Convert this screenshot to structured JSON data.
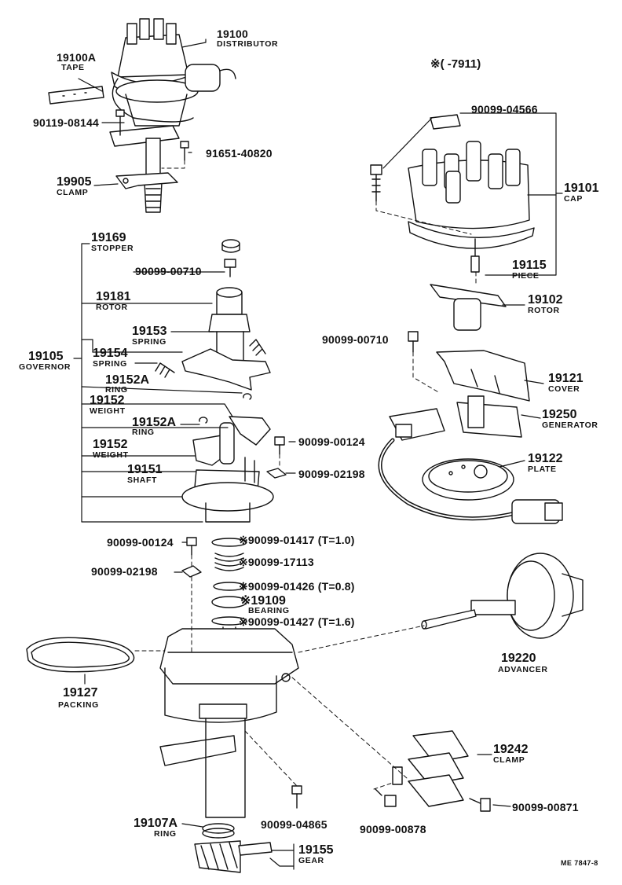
{
  "title_range": "※(      -7911)",
  "reference": "ME 7847-8",
  "colors": {
    "line": "#111111",
    "background": "#ffffff"
  },
  "labels": {
    "p19100": {
      "number": "19100",
      "name": "DISTRIBUTOR"
    },
    "p19100A": {
      "number": "19100A",
      "name": "TAPE"
    },
    "p90119_08144": {
      "number": "90119-08144"
    },
    "p91651_40820": {
      "number": "91651-40820"
    },
    "p19905": {
      "number": "19905",
      "name": "CLAMP"
    },
    "p90099_04566": {
      "number": "90099-04566"
    },
    "p19101": {
      "number": "19101",
      "name": "CAP"
    },
    "p19115": {
      "number": "19115",
      "name": "PIECE"
    },
    "p19102": {
      "number": "19102",
      "name": "ROTOR"
    },
    "p90099_00710_r": {
      "number": "90099-00710"
    },
    "p19121": {
      "number": "19121",
      "name": "COVER"
    },
    "p19250": {
      "number": "19250",
      "name": "GENERATOR"
    },
    "p19122": {
      "number": "19122",
      "name": "PLATE"
    },
    "p19169": {
      "number": "19169",
      "name": "STOPPER"
    },
    "p90099_00710_l": {
      "number": "90099-00710"
    },
    "p19181": {
      "number": "19181",
      "name": "ROTOR"
    },
    "p19153": {
      "number": "19153",
      "name": "SPRING"
    },
    "p19105": {
      "number": "19105",
      "name": "GOVERNOR"
    },
    "p19154": {
      "number": "19154",
      "name": "SPRING"
    },
    "p19152A_1": {
      "number": "19152A",
      "name": "RING"
    },
    "p19152_1": {
      "number": "19152",
      "name": "WEIGHT"
    },
    "p19152A_2": {
      "number": "19152A",
      "name": "RING"
    },
    "p19152_2": {
      "number": "19152",
      "name": "WEIGHT"
    },
    "p19151": {
      "number": "19151",
      "name": "SHAFT"
    },
    "p90099_00124_r": {
      "number": "90099-00124"
    },
    "p90099_02198_r": {
      "number": "90099-02198"
    },
    "p90099_00124_l": {
      "number": "90099-00124"
    },
    "p90099_01417": {
      "number": "※90099-01417 (T=1.0)"
    },
    "p90099_17113": {
      "number": "※90099-17113"
    },
    "p90099_02198_l": {
      "number": "90099-02198"
    },
    "p90099_01426": {
      "number": "※90099-01426 (T=0.8)"
    },
    "p19109": {
      "number": "※19109",
      "name": "BEARING"
    },
    "p90099_01427": {
      "number": "※90099-01427 (T=1.6)"
    },
    "p19127": {
      "number": "19127",
      "name": "PACKING"
    },
    "p19220": {
      "number": "19220",
      "name": "ADVANCER"
    },
    "p19242": {
      "number": "19242",
      "name": "CLAMP"
    },
    "p90099_00871": {
      "number": "90099-00871"
    },
    "p90099_00878": {
      "number": "90099-00878"
    },
    "p90099_04865": {
      "number": "90099-04865"
    },
    "p19107A": {
      "number": "19107A",
      "name": "RING"
    },
    "p19155": {
      "number": "19155",
      "name": "GEAR"
    }
  }
}
